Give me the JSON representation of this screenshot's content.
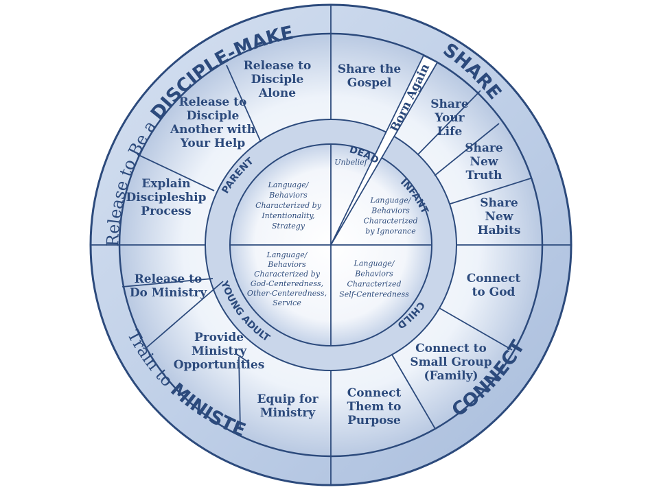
{
  "rim": {
    "disciple_maker_prefix": "Release to Be a ",
    "disciple_maker_bold": "DISCIPLE-MAKER",
    "share": "SHARE",
    "connect": "CONNECT",
    "minister_prefix": "Train to ",
    "minister_bold": "MINISTER"
  },
  "steps": {
    "share_gospel": [
      "Share the",
      "Gospel"
    ],
    "born_again": "Born Again",
    "share_life": [
      "Share",
      "Your",
      "Life"
    ],
    "share_truth": [
      "Share",
      "New",
      "Truth"
    ],
    "share_habits": [
      "Share",
      "New",
      "Habits"
    ],
    "connect_god": [
      "Connect",
      "to God"
    ],
    "connect_group": [
      "Connect to",
      "Small Group",
      "(Family)"
    ],
    "connect_purpose": [
      "Connect",
      "Them to",
      "Purpose"
    ],
    "equip": [
      "Equip for",
      "Ministry"
    ],
    "ministry_opps": [
      "Provide",
      "Ministry",
      "Opportunities"
    ],
    "release_ministry": [
      "Release to",
      "Do Ministry"
    ],
    "explain": [
      "Explain",
      "Discipleship",
      "Process"
    ],
    "release_help": [
      "Release to",
      "Disciple",
      "Another with",
      "Your Help"
    ],
    "release_alone": [
      "Release to",
      "Disciple",
      "Alone"
    ]
  },
  "stages": {
    "dead": "DEAD",
    "infant": "INFANT",
    "child": "CHILD",
    "young_adult": "YOUNG ADULT",
    "parent": "PARENT"
  },
  "descriptions": {
    "unbelief": "Unbelief",
    "infant": [
      "Language/",
      "Behaviors",
      "Characterized",
      "by Ignorance"
    ],
    "child": [
      "Language/",
      "Behaviors",
      "Characterized",
      "Self-Centeredness"
    ],
    "young_adult": [
      "Language/",
      "Behaviors",
      "Characterized by",
      "God-Centeredness,",
      "Other-Centeredness,",
      "Service"
    ],
    "parent": [
      "Language/",
      "Behaviors",
      "Characterized by",
      "Intentionality,",
      "Strategy"
    ]
  }
}
